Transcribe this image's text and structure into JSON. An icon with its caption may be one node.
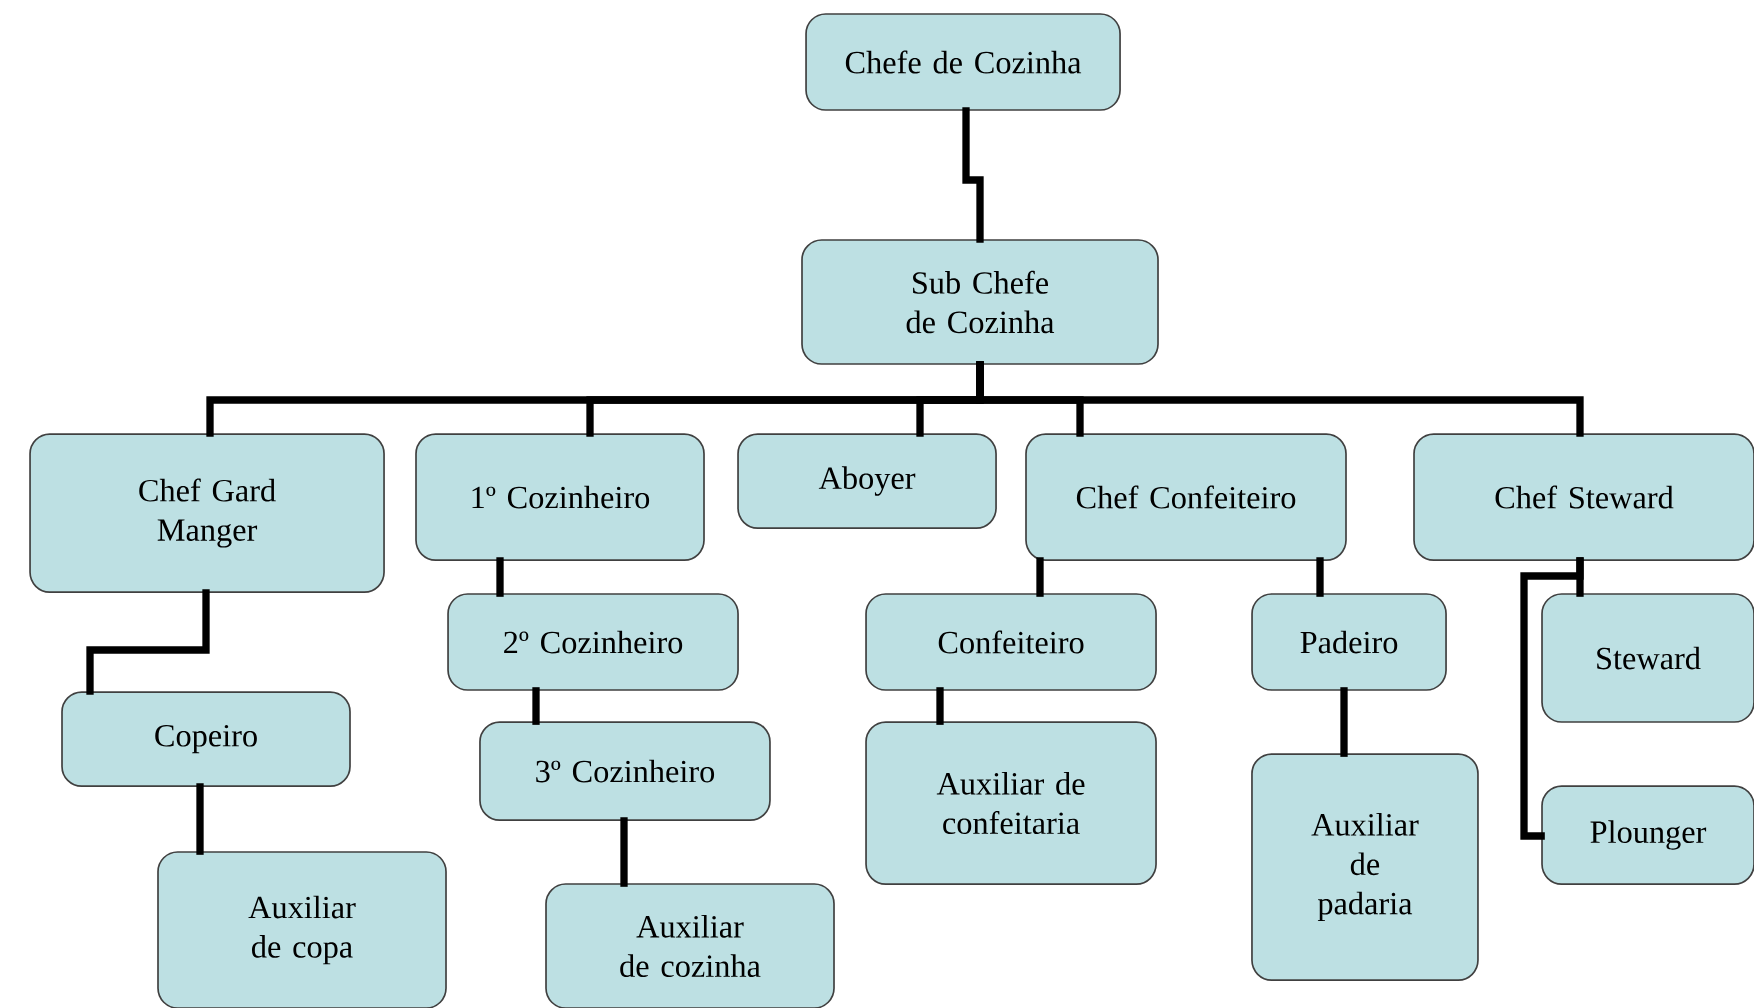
{
  "diagram": {
    "nodes": [
      {
        "text": [
          "Chefe de Cozinha"
        ]
      },
      {
        "text": [
          "Sub Chefe de Cozinha"
        ]
      },
      {
        "text": [
          "Chef Gard Manger"
        ]
      },
      {
        "text": [
          "1º Cozinheiro"
        ]
      },
      {
        "text": [
          "Aboyer"
        ]
      },
      {
        "text": [
          "Chef Confeiteiro"
        ]
      },
      {
        "text": [
          "Chef Steward"
        ]
      },
      {
        "text": [
          "Copeiro"
        ]
      },
      {
        "text": [
          "Auxiliar de copa"
        ]
      },
      {
        "text": [
          "2º Cozinheiro"
        ]
      },
      {
        "text": [
          "3º Cozinheiro"
        ]
      },
      {
        "text": [
          "Auxiliar de cozinha"
        ]
      },
      {
        "text": [
          "Confeiteiro"
        ]
      },
      {
        "text": [
          "Auxiliar de confeitaria"
        ]
      },
      {
        "text": [
          "Padeiro"
        ]
      },
      {
        "text": [
          "Auxiliar de padaria"
        ]
      },
      {
        "text": [
          "Steward"
        ]
      },
      {
        "text": [
          "Plounger"
        ]
      }
    ],
    "edges": [
      {
        "from": 0,
        "to": 1,
        "arrow": "none"
      },
      {
        "from": 1,
        "to": 2,
        "arrow": "none"
      },
      {
        "from": 1,
        "to": 3,
        "arrow": "none"
      },
      {
        "from": 1,
        "to": 4,
        "arrow": "none"
      },
      {
        "from": 1,
        "to": 5,
        "arrow": "none"
      },
      {
        "from": 1,
        "to": 6,
        "arrow": "none"
      },
      {
        "from": 2,
        "to": 7,
        "arrow": "none"
      },
      {
        "from": 7,
        "to": 8,
        "arrow": "none"
      },
      {
        "from": 3,
        "to": 9,
        "arrow": "none"
      },
      {
        "from": 9,
        "to": 10,
        "arrow": "none"
      },
      {
        "from": 10,
        "to": 11,
        "arrow": "none"
      },
      {
        "from": 5,
        "to": 12,
        "arrow": "none"
      },
      {
        "from": 12,
        "to": 13,
        "arrow": "none"
      },
      {
        "from": 5,
        "to": 14,
        "arrow": "none"
      },
      {
        "from": 14,
        "to": 15,
        "arrow": "none"
      },
      {
        "from": 6,
        "to": 16,
        "arrow": "none"
      },
      {
        "from": 6,
        "to": 17,
        "arrow": "none"
      }
    ]
  }
}
